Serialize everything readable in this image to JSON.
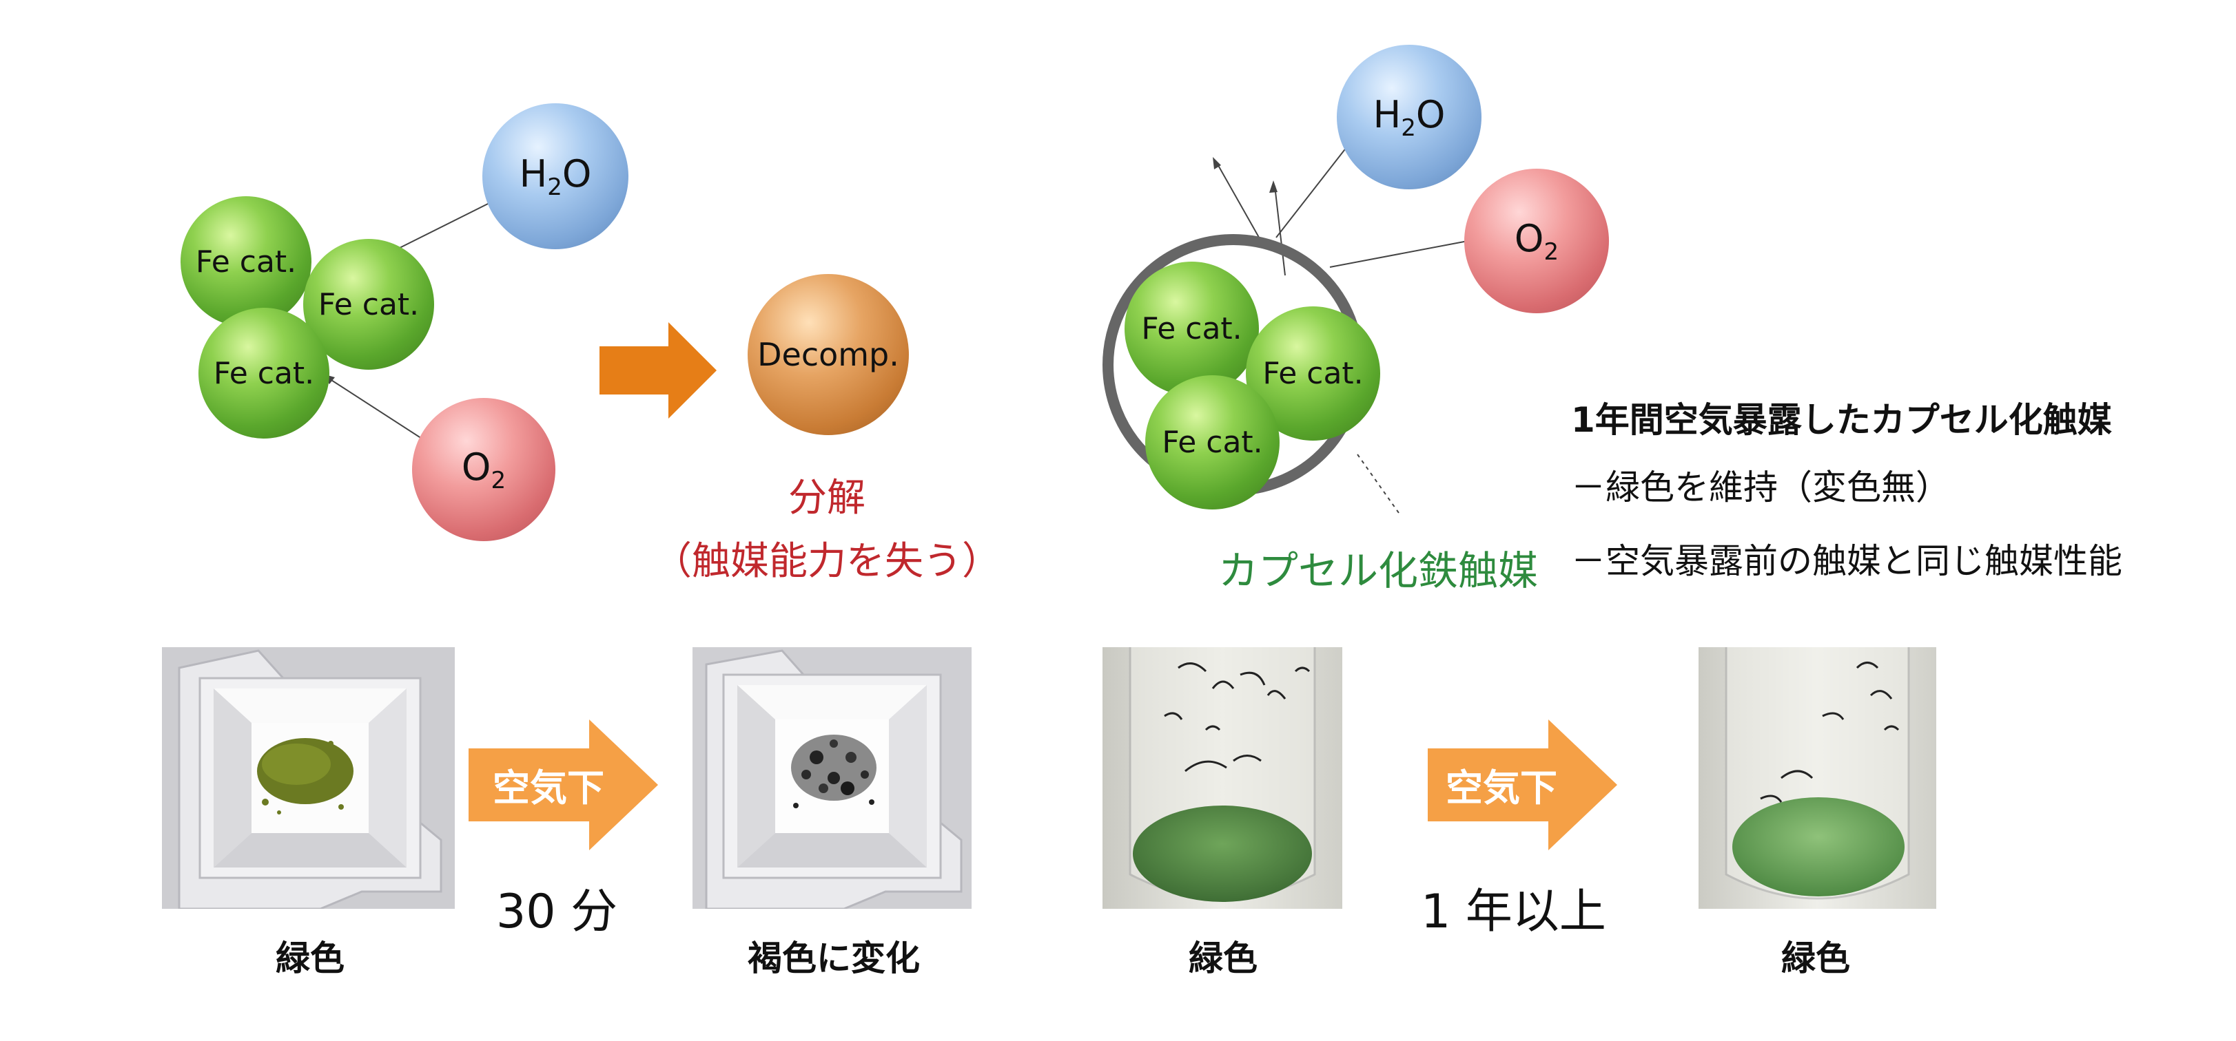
{
  "left_diagram": {
    "catalysts": [
      "Fe cat.",
      "Fe cat.",
      "Fe cat."
    ],
    "water": {
      "base": "H",
      "sub": "2",
      "tail": "O"
    },
    "oxygen": {
      "base": "O",
      "sub": "2"
    },
    "product": "Decomp.",
    "product_caption_line1": "分解",
    "product_caption_line2": "（触媒能力を失う）"
  },
  "right_diagram": {
    "catalysts": [
      "Fe cat.",
      "Fe cat.",
      "Fe cat."
    ],
    "water": {
      "base": "H",
      "sub": "2",
      "tail": "O"
    },
    "oxygen": {
      "base": "O",
      "sub": "2"
    },
    "caption": "カプセル化鉄触媒"
  },
  "summary": {
    "title": "1年間空気暴露したカプセル化触媒",
    "points": [
      "－緑色を維持（変色無）",
      "－空気暴露前の触媒と同じ触媒性能"
    ]
  },
  "photos": {
    "left_before_caption": "緑色",
    "left_arrow_label": "空気下",
    "left_time": "30 分",
    "left_after_caption": "褐色に変化",
    "right_before_caption": "緑色",
    "right_arrow_label": "空気下",
    "right_time": "1 年以上",
    "right_after_caption": "緑色"
  },
  "colors": {
    "decomp_caption": "#c0282d",
    "capsule_caption": "#2e8b3e",
    "arrow_dark_orange": "#e67e17",
    "arrow_light_orange": "#f5a046",
    "capsule_ring": "#666666"
  }
}
